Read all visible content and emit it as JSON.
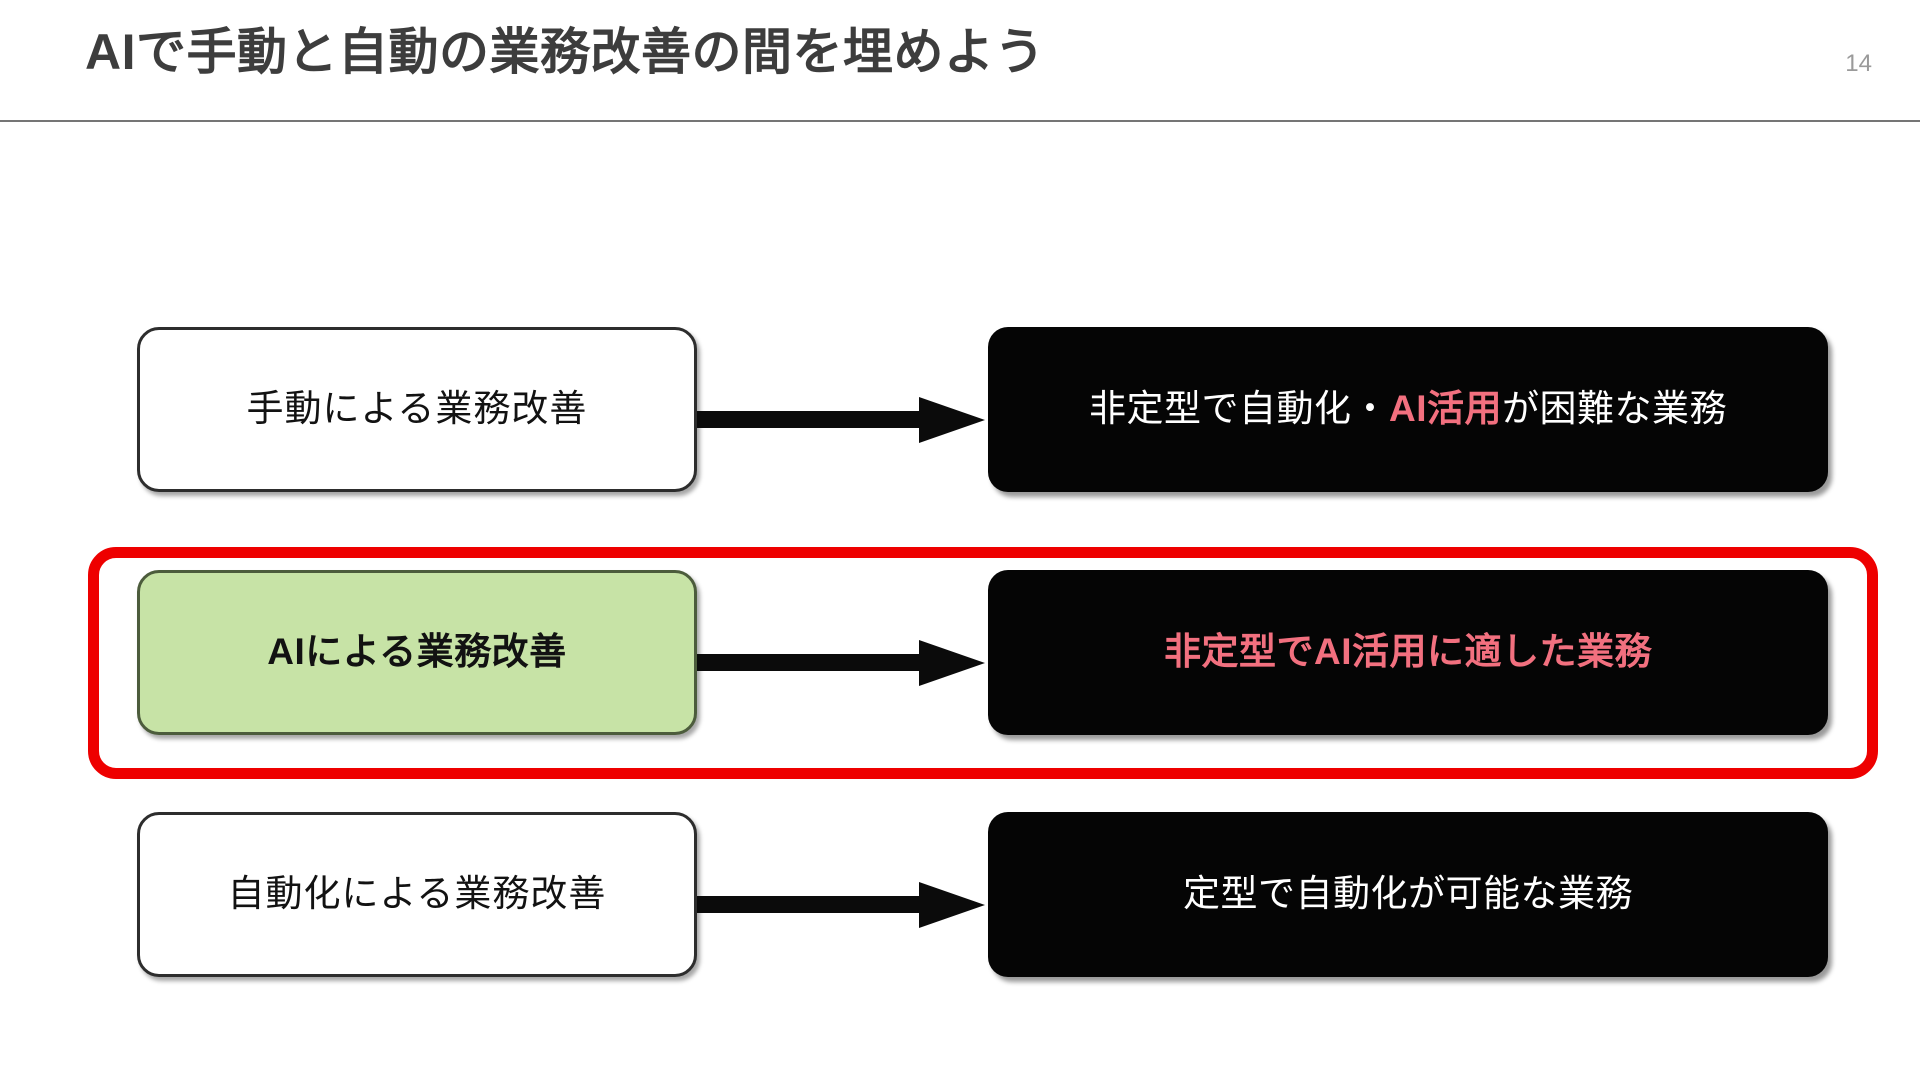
{
  "header": {
    "title": "AIで手動と自動の業務改善の間を埋めよう",
    "page_number": "14",
    "title_color": "#3d3d3d",
    "page_number_color": "#9a9a9a",
    "rule_color": "#757575"
  },
  "diagram": {
    "highlight": {
      "color": "#ee0000",
      "target_row": 2
    },
    "rows": [
      {
        "id": "manual",
        "left": {
          "label": "手動による業務改善",
          "fill": "#ffffff",
          "border": "#2d2d2d",
          "bold": false
        },
        "arrow": "arrow-right",
        "right": {
          "text_before": "非定型で自動化・",
          "text_accent": "AI活用",
          "text_after": "が困難な業務",
          "fill": "#050505",
          "text_color": "#ffffff",
          "accent_color": "#f2707f",
          "bold": false
        }
      },
      {
        "id": "ai",
        "left": {
          "label": "AIによる業務改善",
          "fill": "#c7e3a6",
          "border": "#4c5c3c",
          "bold": true
        },
        "arrow": "arrow-right",
        "right": {
          "text_accent": "非定型でAI活用に適した業務",
          "fill": "#050505",
          "accent_color": "#f2707f",
          "bold": true
        }
      },
      {
        "id": "automation",
        "left": {
          "label": "自動化による業務改善",
          "fill": "#ffffff",
          "border": "#2d2d2d",
          "bold": false
        },
        "arrow": "arrow-right",
        "right": {
          "text_before": "定型で自動化が可能な業務",
          "fill": "#050505",
          "text_color": "#ffffff",
          "bold": false
        }
      }
    ]
  }
}
